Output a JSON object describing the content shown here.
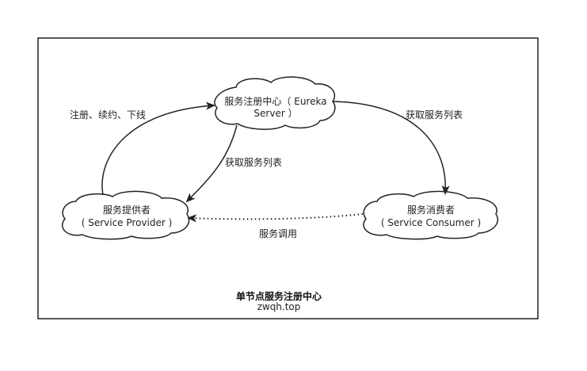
{
  "nodes": {
    "registry": {
      "line1": "服务注册中心（ Eureka",
      "line2": "Server ）"
    },
    "provider": {
      "line1": "服务提供者",
      "line2": "( Service Provider )"
    },
    "consumer": {
      "line1": "服务消费者",
      "line2": "( Service Consumer )"
    }
  },
  "edges": {
    "register": "注册、续约、下线",
    "fetch_right": "获取服务列表",
    "fetch_middle": "获取服务列表",
    "invoke": "服务调用"
  },
  "footer": {
    "title": "单节点服务注册中心",
    "site": "zwqh.top"
  }
}
